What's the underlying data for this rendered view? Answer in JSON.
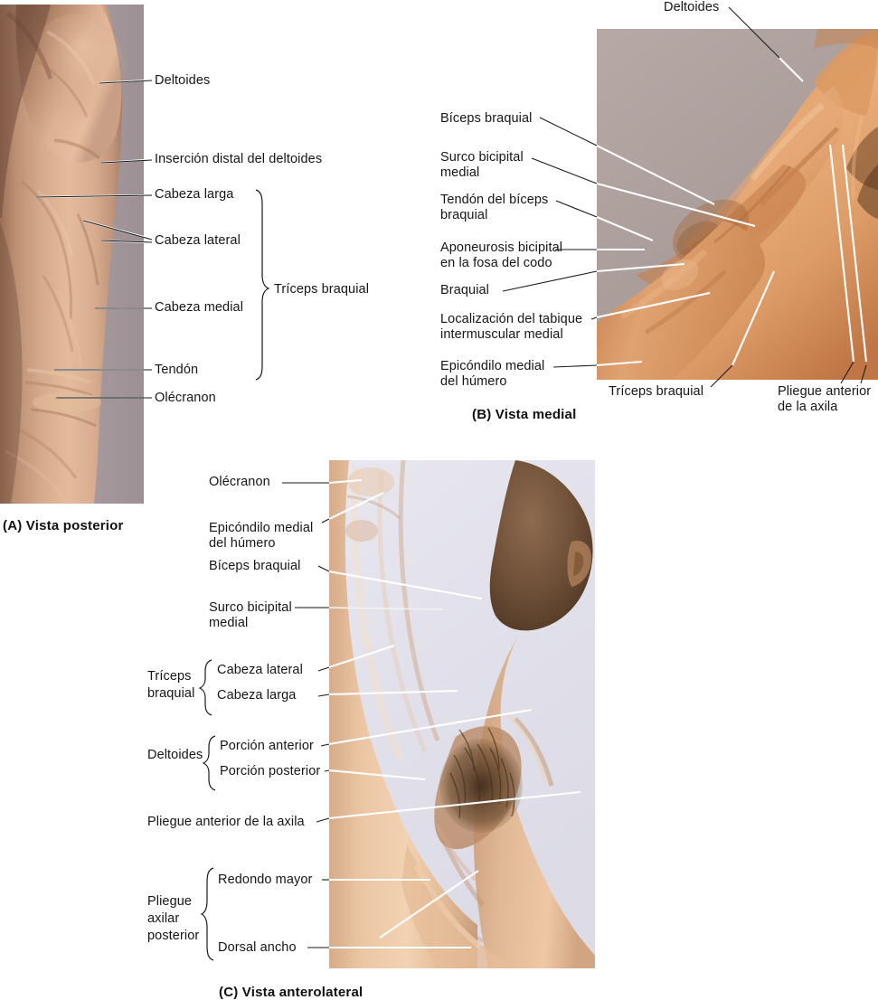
{
  "figure": {
    "title_context": "Anatomía de superficie del brazo",
    "language": "es"
  },
  "panels": [
    {
      "id": "A",
      "caption": "(A) Vista posterior",
      "photo": {
        "background_color": "#a3979b",
        "subject": "posterior-arm-photo"
      },
      "labels": [
        {
          "key": "deltoides",
          "text": "Deltoides"
        },
        {
          "key": "insercion",
          "text": "Inserción distal del deltoides"
        },
        {
          "key": "cabeza_larga",
          "text": "Cabeza larga"
        },
        {
          "key": "cabeza_lateral",
          "text": "Cabeza lateral"
        },
        {
          "key": "cabeza_medial",
          "text": "Cabeza medial"
        },
        {
          "key": "tendon",
          "text": "Tendón"
        },
        {
          "key": "olecranon",
          "text": "Olécranon"
        }
      ],
      "brackets": [
        {
          "key": "triceps",
          "text": "Tríceps braquial"
        }
      ]
    },
    {
      "id": "B",
      "caption": "(B) Vista medial",
      "photo": {
        "background_color": "#b2a5a2",
        "subject": "medial-arm-photo"
      },
      "labels": [
        {
          "key": "deltoides",
          "text": "Deltoides"
        },
        {
          "key": "biceps",
          "text": "Bíceps braquial"
        },
        {
          "key": "surco",
          "text": "Surco bicipital\nmedial",
          "line1": "Surco bicipital",
          "line2": "medial"
        },
        {
          "key": "tendon_bic",
          "text": "Tendón del bíceps\nbraquial",
          "line1": "Tendón del bíceps",
          "line2": "braquial"
        },
        {
          "key": "aponeurosis",
          "text": "Aponeurosis bicipital\nen la fosa del codo",
          "line1": "Aponeurosis bicipital",
          "line2": "en la fosa del codo"
        },
        {
          "key": "braquial",
          "text": "Braquial"
        },
        {
          "key": "tabique",
          "text": "Localización del tabique\nintermuscular medial",
          "line1": "Localización del tabique",
          "line2": "intermuscular medial"
        },
        {
          "key": "epicondilo",
          "text": "Epicóndilo medial\ndel húmero",
          "line1": "Epicóndilo medial",
          "line2": "del húmero"
        },
        {
          "key": "triceps",
          "text": "Tríceps braquial"
        },
        {
          "key": "pliegue_ant",
          "text": "Pliegue anterior\nde la axila",
          "line1": "Pliegue anterior",
          "line2": "de la axila"
        }
      ]
    },
    {
      "id": "C",
      "caption": "(C) Vista anterolateral",
      "photo": {
        "background_color": "#e4e3ed",
        "subject": "anterolateral-arm-photo"
      },
      "labels": [
        {
          "key": "olecranon",
          "text": "Olécranon"
        },
        {
          "key": "epicondilo",
          "text": "Epicóndilo medial\ndel húmero",
          "line1": "Epicóndilo medial",
          "line2": "del húmero"
        },
        {
          "key": "biceps",
          "text": "Bíceps braquial"
        },
        {
          "key": "surco",
          "text": "Surco bicipital\nmedial",
          "line1": "Surco bicipital",
          "line2": "medial"
        },
        {
          "key": "cabeza_lateral",
          "text": "Cabeza lateral"
        },
        {
          "key": "cabeza_larga",
          "text": "Cabeza larga"
        },
        {
          "key": "porcion_ant",
          "text": "Porción anterior"
        },
        {
          "key": "porcion_post",
          "text": "Porción posterior"
        },
        {
          "key": "pliegue_ant",
          "text": "Pliegue anterior de la axila"
        },
        {
          "key": "redondo",
          "text": "Redondo mayor"
        },
        {
          "key": "dorsal",
          "text": "Dorsal ancho"
        }
      ],
      "brackets": [
        {
          "key": "triceps",
          "text": "Tríceps\nbraquial",
          "line1": "Tríceps",
          "line2": "braquial"
        },
        {
          "key": "deltoides",
          "text": "Deltoides",
          "line1": "Deltoides"
        },
        {
          "key": "pliegue_ax",
          "text": "Pliegue\naxilar\nposterior",
          "line1": "Pliegue",
          "line2": "axilar",
          "line3": "posterior"
        }
      ]
    }
  ],
  "style": {
    "text_color": "#161616",
    "leader_color": "#1a1a1a",
    "leader_highlight": "#ffffff"
  }
}
